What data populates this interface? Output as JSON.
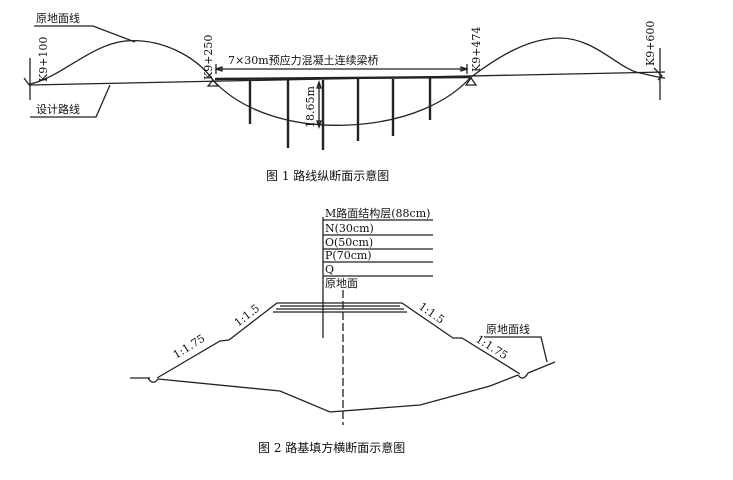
{
  "figure1": {
    "ground_label": "原地面线",
    "design_label": "设计路线",
    "bridge_label": "7×30m预应力混凝土连续梁桥",
    "height_label": "18.65m",
    "stations": [
      "K9+100",
      "K9+250",
      "K9+474",
      "K9+600"
    ],
    "caption": "图 1   路线纵断面示意图"
  },
  "figure2": {
    "layers": [
      "M路面结构层(88cm)",
      "N(30cm)",
      "O(50cm)",
      "P(70cm)",
      "Q",
      "原地面"
    ],
    "slope_upper_left": "1:1.5",
    "slope_lower_left": "1:1.75",
    "slope_upper_right": "1:1.5",
    "slope_lower_right": "1:1.75",
    "ground_label": "原地面线",
    "caption": "图 2   路基填方横断面示意图"
  }
}
